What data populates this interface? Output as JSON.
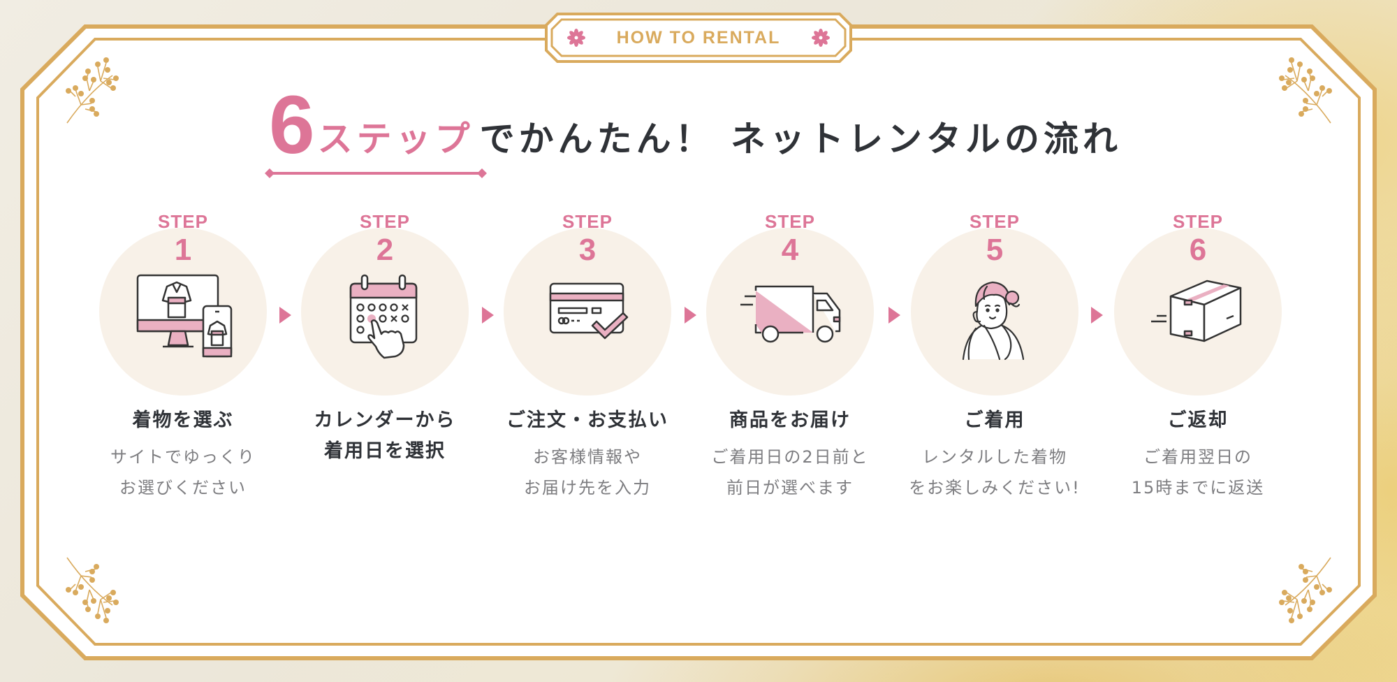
{
  "header": {
    "badge_label": "HOW TO RENTAL"
  },
  "title": {
    "number": "6",
    "highlight": "ステップ",
    "rest": "でかんたん！ ネットレンタルの流れ"
  },
  "steps": [
    {
      "label": "STEP",
      "number": "1",
      "icon": "computer-and-phone-kimono-icon",
      "title": "着物を選ぶ",
      "description": "サイトでゆっくり\nお選びください"
    },
    {
      "label": "STEP",
      "number": "2",
      "icon": "calendar-tap-icon",
      "title": "カレンダーから\n着用日を選択",
      "description": ""
    },
    {
      "label": "STEP",
      "number": "3",
      "icon": "credit-card-check-icon",
      "title": "ご注文・お支払い",
      "description": "お客様情報や\nお届け先を入力"
    },
    {
      "label": "STEP",
      "number": "4",
      "icon": "delivery-truck-icon",
      "title": "商品をお届け",
      "description": "ご着用日の2日前と\n前日が選べます"
    },
    {
      "label": "STEP",
      "number": "5",
      "icon": "woman-in-kimono-icon",
      "title": "ご着用",
      "description": "レンタルした着物\nをお楽しみください!"
    },
    {
      "label": "STEP",
      "number": "6",
      "icon": "shipping-box-icon",
      "title": "ご返却",
      "description": "ご着用翌日の\n15時までに返送"
    }
  ],
  "colors": {
    "accent_pink": "#dd7597",
    "gold": "#d9aa5d",
    "text_dark": "#2f3237",
    "text_gray": "#7d7d80",
    "circle_bg": "#f8f1e8"
  }
}
